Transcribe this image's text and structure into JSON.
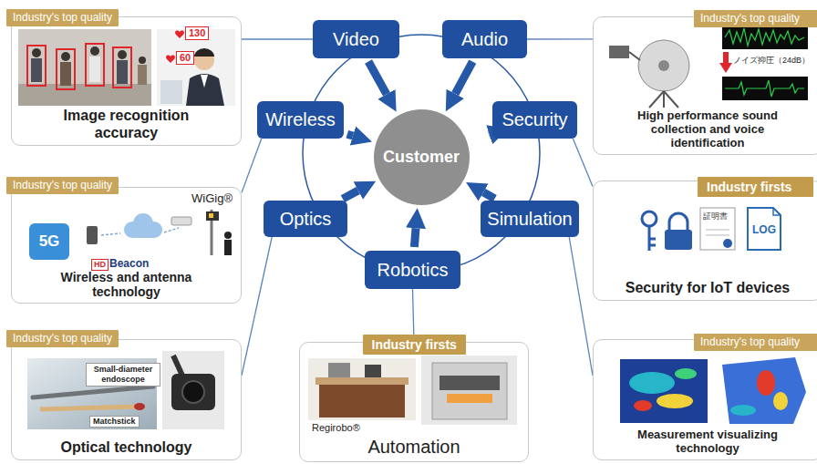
{
  "diagram": {
    "nodes": [
      {
        "text": [
          "Image recognition accuracy"
        ]
      },
      {
        "text": [
          "Industry's top quality"
        ],
        "in": 0
      },
      {
        "text": [
          "Video"
        ]
      },
      {
        "text": [
          "Audio"
        ]
      },
      {
        "text": [
          "High performance sound collection and voice identification"
        ]
      },
      {
        "text": [
          "Industry's top quality"
        ],
        "in": 4
      },
      {
        "text": [
          "Wireless"
        ]
      },
      {
        "text": [
          "Customer"
        ]
      },
      {
        "text": [
          "Security"
        ]
      },
      {
        "text": [
          "Wireless and antenna technology"
        ]
      },
      {
        "text": [
          "Industry's top quality"
        ],
        "in": 9
      },
      {
        "text": [
          "Security for IoT devices"
        ]
      },
      {
        "text": [
          "Industry firsts"
        ],
        "in": 11
      },
      {
        "text": [
          "Optics"
        ]
      },
      {
        "text": [
          "Simulation"
        ]
      },
      {
        "text": [
          "Robotics"
        ]
      },
      {
        "text": [
          "Optical technology"
        ]
      },
      {
        "text": [
          "Industry's top quality"
        ],
        "in": 16
      },
      {
        "text": [
          "Automation"
        ]
      },
      {
        "text": [
          "Industry firsts"
        ],
        "in": 18
      },
      {
        "text": [
          "Measurement visualizing technology"
        ]
      },
      {
        "text": [
          "Industry's top quality"
        ],
        "in": 20
      }
    ],
    "edges": [
      {
        "from": 2,
        "to": 0,
        "arrow": "none"
      },
      {
        "from": 3,
        "to": 4,
        "arrow": "none"
      },
      {
        "from": 6,
        "to": 9,
        "arrow": "none"
      },
      {
        "from": 8,
        "to": 11,
        "arrow": "none"
      },
      {
        "from": 13,
        "to": 16,
        "arrow": "none"
      },
      {
        "from": 14,
        "to": 20,
        "arrow": "none"
      },
      {
        "from": 15,
        "to": 18,
        "arrow": "none"
      },
      {
        "from": 2,
        "to": 7,
        "arrow": "to"
      },
      {
        "from": 3,
        "to": 7,
        "arrow": "to"
      },
      {
        "from": 6,
        "to": 7,
        "arrow": "to"
      },
      {
        "from": 8,
        "to": 7,
        "arrow": "to"
      },
      {
        "from": 13,
        "to": 7,
        "arrow": "to"
      },
      {
        "from": 14,
        "to": 7,
        "arrow": "to"
      },
      {
        "from": 15,
        "to": 7,
        "arrow": "to"
      }
    ],
    "labels": [
      "130",
      "60",
      "WiGig®",
      "5G",
      "HD",
      "Beacon",
      "Small-diameter endoscope",
      "Matchstick",
      "Regirobo®",
      "ノイズ抑圧（24dB）",
      "証明書",
      "LOG"
    ]
  }
}
